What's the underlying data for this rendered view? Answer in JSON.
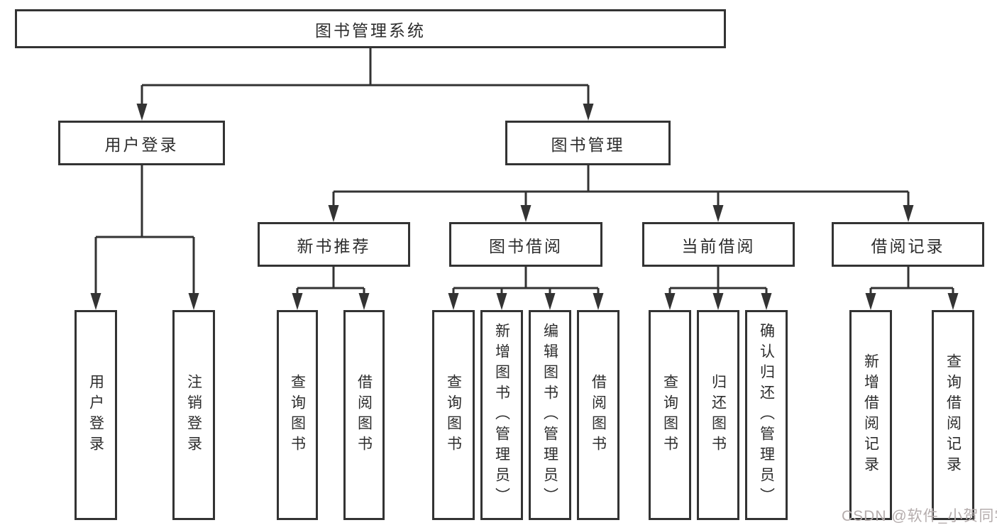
{
  "diagram_title": "图书管理系统",
  "colors": {
    "line": "#333333",
    "box_border": "#333333",
    "text": "#2d2d2d",
    "watermark": "#b5adad",
    "background": "#ffffff"
  },
  "nodes": {
    "root": {
      "label": "图书管理系统"
    },
    "user_login_group": {
      "label": "用户登录"
    },
    "book_mgmt": {
      "label": "图书管理"
    },
    "new_book_rec": {
      "label": "新书推荐"
    },
    "book_borrow": {
      "label": "图书借阅"
    },
    "current_borrow": {
      "label": "当前借阅"
    },
    "borrow_record": {
      "label": "借阅记录"
    },
    "user_login": {
      "label": "用户登录"
    },
    "logout": {
      "label": "注销登录"
    },
    "query_books_rec": {
      "label": "查询图书"
    },
    "borrow_books_rec": {
      "label": "借阅图书"
    },
    "query_books_bb": {
      "label": "查询图书"
    },
    "add_books": {
      "label": "新增图书（管理员）"
    },
    "edit_books": {
      "label": "编辑图书（管理员）"
    },
    "borrow_books_bb": {
      "label": "借阅图书"
    },
    "query_books_cb": {
      "label": "查询图书"
    },
    "return_books": {
      "label": "归还图书"
    },
    "confirm_return": {
      "label": "确认归还（管理员）"
    },
    "add_borrow_record": {
      "label": "新增借阅记录"
    },
    "query_borrow_record": {
      "label": "查询借阅记录"
    }
  },
  "edges": [
    [
      "root",
      "user_login_group"
    ],
    [
      "root",
      "book_mgmt"
    ],
    [
      "user_login_group",
      "user_login"
    ],
    [
      "user_login_group",
      "logout"
    ],
    [
      "book_mgmt",
      "new_book_rec"
    ],
    [
      "book_mgmt",
      "book_borrow"
    ],
    [
      "book_mgmt",
      "current_borrow"
    ],
    [
      "book_mgmt",
      "borrow_record"
    ],
    [
      "new_book_rec",
      "query_books_rec"
    ],
    [
      "new_book_rec",
      "borrow_books_rec"
    ],
    [
      "book_borrow",
      "query_books_bb"
    ],
    [
      "book_borrow",
      "add_books"
    ],
    [
      "book_borrow",
      "edit_books"
    ],
    [
      "book_borrow",
      "borrow_books_bb"
    ],
    [
      "current_borrow",
      "query_books_cb"
    ],
    [
      "current_borrow",
      "return_books"
    ],
    [
      "current_borrow",
      "confirm_return"
    ],
    [
      "borrow_record",
      "add_borrow_record"
    ],
    [
      "borrow_record",
      "query_borrow_record"
    ]
  ],
  "watermark": {
    "text": "CSDN @软件_小贺同学"
  }
}
